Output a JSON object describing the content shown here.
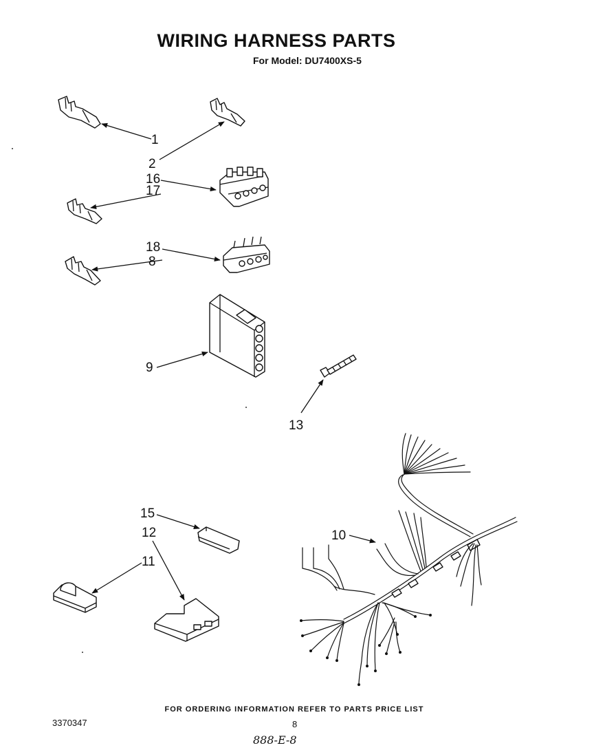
{
  "header": {
    "title": "WIRING HARNESS PARTS",
    "subtitle": "For Model: DU7400XS-5"
  },
  "callouts": {
    "c1": "1",
    "c2": "2",
    "c16": "16",
    "c17": "17",
    "c18": "18",
    "c8": "8",
    "c9": "9",
    "c13": "13",
    "c10": "10",
    "c15": "15",
    "c12": "12",
    "c11": "11"
  },
  "footer": {
    "ordering_note": "FOR ORDERING INFORMATION REFER TO PARTS PRICE LIST",
    "doc_number": "3370347",
    "page_number": "8",
    "handwritten": "888-E-8"
  }
}
